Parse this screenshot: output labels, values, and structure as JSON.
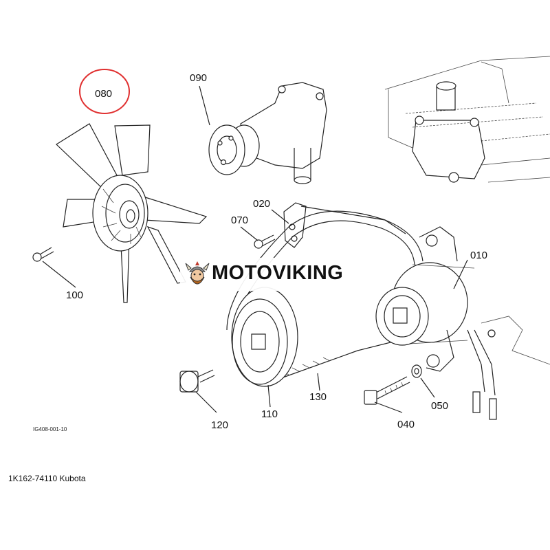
{
  "labels": {
    "p010": "010",
    "p020": "020",
    "p040": "040",
    "p050": "050",
    "p070": "070",
    "p080": "080",
    "p090": "090",
    "p100": "100",
    "p110": "110",
    "p120": "120",
    "p130": "130"
  },
  "highlight_color": "#e03030",
  "drawing_code": "IG408-001-10",
  "caption": "1K162-74110 Kubota",
  "watermark": "MOTOVIKING"
}
